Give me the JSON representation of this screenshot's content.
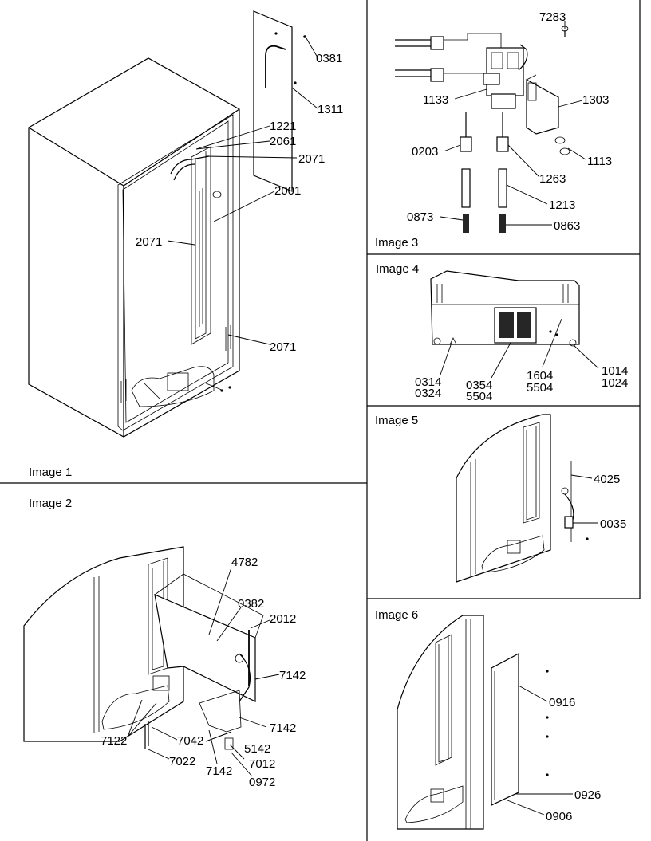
{
  "panels": [
    {
      "title": "Image 1"
    },
    {
      "title": "Image 2"
    },
    {
      "title": "Image 3"
    },
    {
      "title": "Image 4"
    },
    {
      "title": "Image 5"
    },
    {
      "title": "Image 6"
    }
  ],
  "callouts": {
    "p1": [
      "0381",
      "1311",
      "1221",
      "2061",
      "2071",
      "2001",
      "2071",
      "2071"
    ],
    "p2": [
      "4782",
      "0382",
      "2012",
      "7142",
      "7142",
      "7122",
      "7042",
      "5142",
      "7022",
      "7142",
      "7012",
      "0972"
    ],
    "p3": [
      "7283",
      "1133",
      "1303",
      "0203",
      "1113",
      "1263",
      "1213",
      "0873",
      "0863"
    ],
    "p4": [
      "0314",
      "0324",
      "0354",
      "5504",
      "1604",
      "5504",
      "1014",
      "1024"
    ],
    "p5": [
      "4025",
      "0035"
    ],
    "p6": [
      "0916",
      "0926",
      "0906"
    ]
  }
}
